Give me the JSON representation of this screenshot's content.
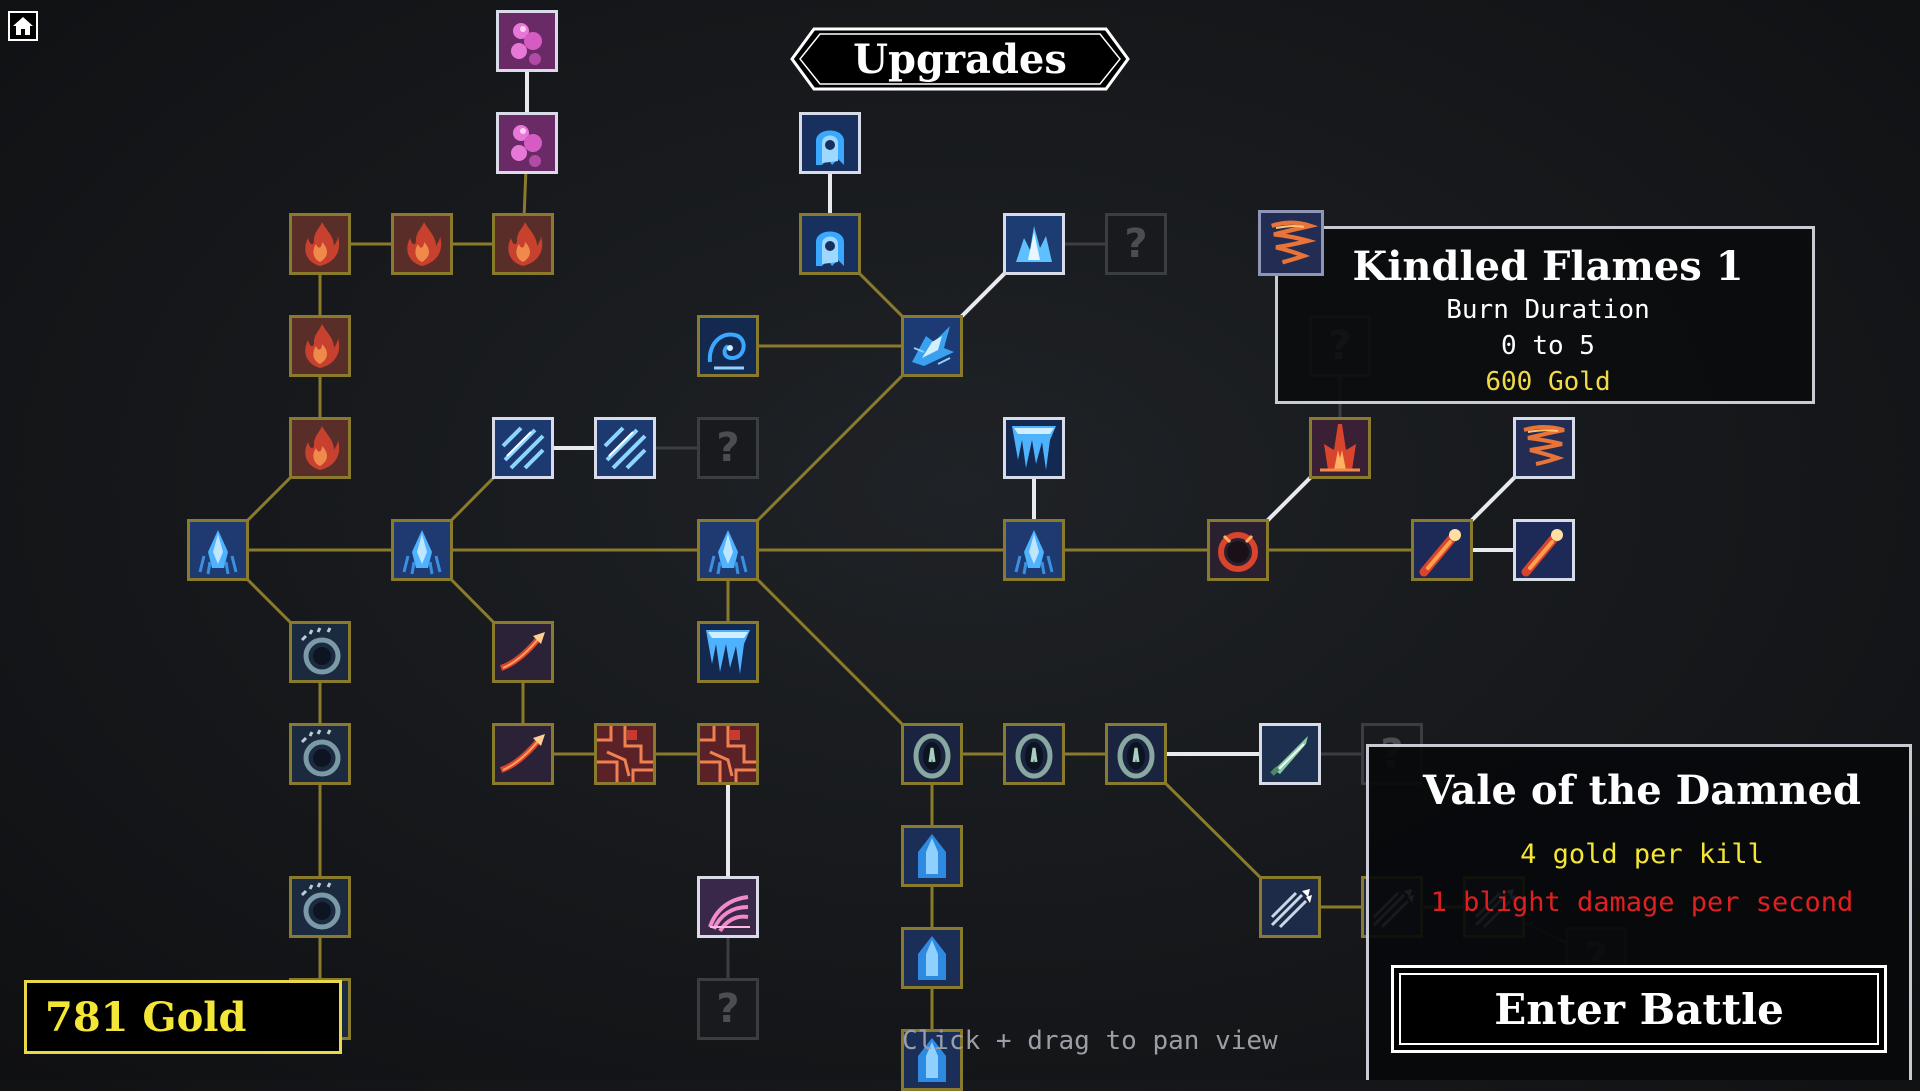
{
  "header": {
    "title": "Upgrades"
  },
  "tooltip": {
    "title": "Kindled Flames 1",
    "stat": "Burn Duration",
    "change": "0 to 5",
    "cost": "600 Gold"
  },
  "level_panel": {
    "name": "Vale of the Damned",
    "gold_per_kill": "4 gold per kill",
    "hazard": "1 blight damage per second",
    "enter_label": "Enter Battle"
  },
  "player": {
    "gold": "781 Gold"
  },
  "hint": "Click + drag to pan view",
  "locked_symbol": "?",
  "colors": {
    "gold_text": "#f4e636",
    "hazard_text": "#e02020",
    "cost_text": "#f2d94a",
    "line_unlocked": "#8a7a2c",
    "line_owned": "#e8eaef",
    "line_locked": "#3a3d42"
  },
  "icon_types": {
    "crystal": "ice-crystal-icon",
    "fire": "flame-icon",
    "heart": "heart-cluster-icon",
    "ghost": "ice-ghost-icon",
    "shard": "ice-shard-icon",
    "swirl": "ice-swirl-icon",
    "frostcluster": "frost-cluster-icon",
    "streak": "ice-streak-icon",
    "icicle": "icicle-icon",
    "flamepillar": "flame-pillar-icon",
    "firering": "fire-ring-icon",
    "tornado": "fire-tornado-icon",
    "comet": "fire-comet-icon",
    "rune": "rune-circle-icon",
    "arrow": "fire-arrow-icon",
    "magma": "magma-tile-icon",
    "wave": "sonic-wave-icon",
    "portal": "portal-icon",
    "dagger": "dagger-icon",
    "ammo": "arrow-volley-icon",
    "obelisk": "ice-obelisk-icon",
    "locked": "question-mark-icon"
  }
}
